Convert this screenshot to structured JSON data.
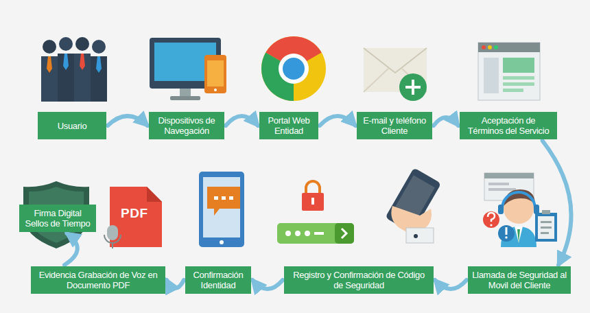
{
  "diagram": {
    "nodes": [
      {
        "text": [
          "Usuario"
        ]
      },
      {
        "text": [
          "Dispositivos de Navegación"
        ]
      },
      {
        "text": [
          "Portal Web Entidad"
        ]
      },
      {
        "text": [
          "E-mail y teléfono Cliente"
        ]
      },
      {
        "text": [
          "Aceptación de Términos del Servicio"
        ]
      },
      {
        "text": [
          "Llamada de Seguridad al Movil del Cliente"
        ]
      },
      {
        "text": [
          "Registro y Confirmación de Código de Seguridad"
        ]
      },
      {
        "text": [
          "Confirmación Identidad"
        ]
      },
      {
        "text": [
          "Evidencia Grabación de Voz en Documento PDF"
        ]
      },
      {
        "text": [
          "Firma Digital Sellos de Tiempo"
        ]
      }
    ],
    "edges": [
      {
        "from": 0,
        "to": 1,
        "arrow": "to"
      },
      {
        "from": 1,
        "to": 2,
        "arrow": "to"
      },
      {
        "from": 2,
        "to": 3,
        "arrow": "to"
      },
      {
        "from": 3,
        "to": 4,
        "arrow": "to"
      },
      {
        "from": 4,
        "to": 5,
        "arrow": "to"
      },
      {
        "from": 5,
        "to": 6,
        "arrow": "to"
      },
      {
        "from": 6,
        "to": 7,
        "arrow": "to"
      },
      {
        "from": 7,
        "to": 8,
        "arrow": "to"
      },
      {
        "from": 8,
        "to": 9,
        "arrow": "to"
      }
    ],
    "labels": [
      "PDF"
    ]
  }
}
